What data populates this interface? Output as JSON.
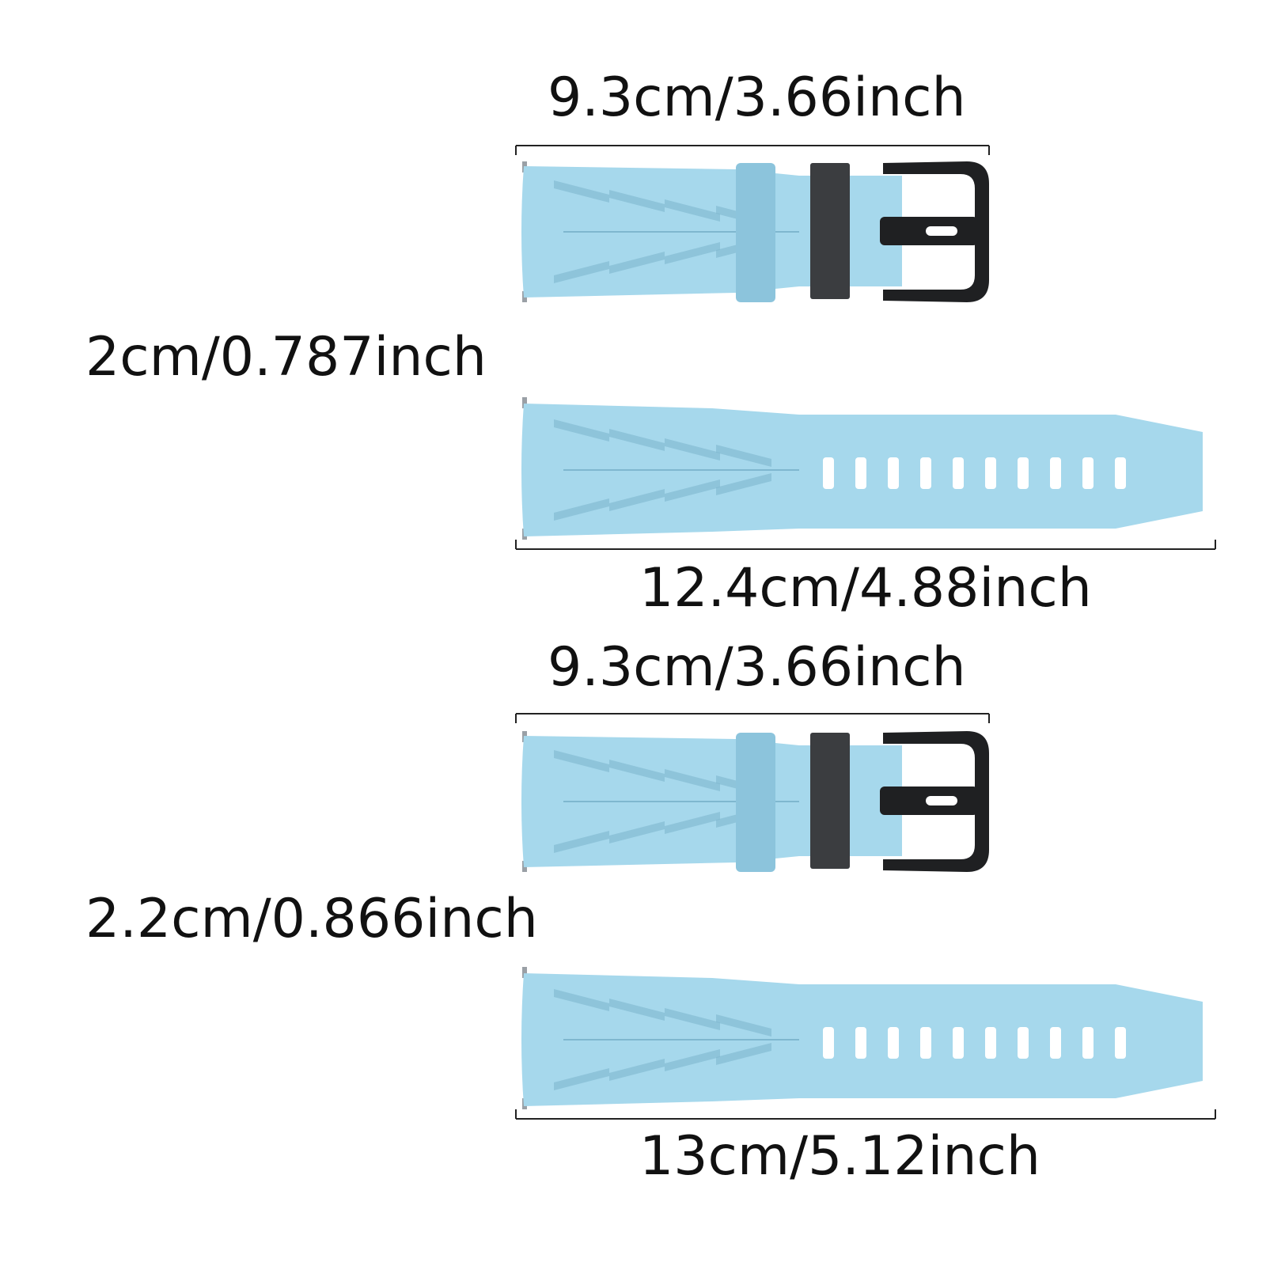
{
  "colors": {
    "strap": "#a6d8ec",
    "strap_shadow": "#8cc4dc",
    "strap_dark": "#7fb7cf",
    "metal": "#3b3d40",
    "metal_dark": "#1f2022",
    "measure_line": "#222222"
  },
  "sizes": [
    {
      "width_label": "2cm/0.787inch",
      "short_strap_label": "9.3cm/3.66inch",
      "long_strap_label": "12.4cm/4.88inch"
    },
    {
      "width_label": "2.2cm/0.866inch",
      "short_strap_label": "9.3cm/3.66inch",
      "long_strap_label": "13cm/5.12inch"
    }
  ]
}
